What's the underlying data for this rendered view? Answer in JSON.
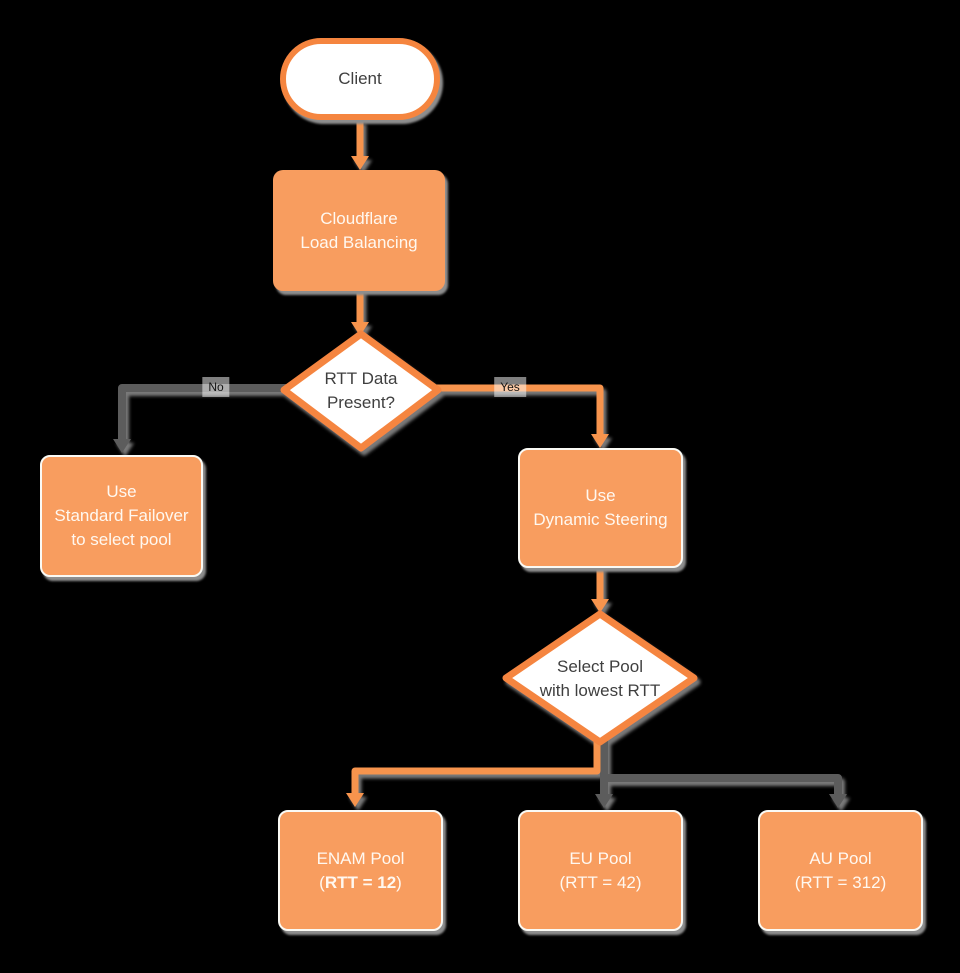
{
  "canvas": {
    "background": "#000000"
  },
  "palette": {
    "node_fill": "#F89D5F",
    "node_stroke": "#F5853F",
    "connector_orange": "#F7944E",
    "connector_gray": "#5C5C5C",
    "shadow": "#8E8E8E",
    "text_on_orange": "#FFF8F0",
    "text_dark": "#3F3F3F",
    "edge_label_bg": "#808080",
    "edge_label_text": "#141414"
  },
  "nodes": {
    "client": {
      "label": "Client"
    },
    "load_balancer": {
      "line1": "Cloudflare",
      "line2": "Load Balancing"
    },
    "rtt_decision": {
      "line1": "RTT Data",
      "line2": "Present?"
    },
    "standard_failover": {
      "line1": "Use",
      "line2": "Standard Failover",
      "line3": "to select pool"
    },
    "dynamic_steering": {
      "line1": "Use",
      "line2": "Dynamic Steering"
    },
    "select_pool": {
      "line1": "Select Pool",
      "line2": "with lowest RTT"
    },
    "pools": [
      {
        "name": "ENAM Pool",
        "paren_open": "(",
        "rtt": "RTT = 12",
        "paren_close": ")"
      },
      {
        "name": "EU Pool",
        "paren_open": "(",
        "rtt": "RTT = 42",
        "paren_close": ")"
      },
      {
        "name": "AU Pool",
        "paren_open": "(",
        "rtt": "RTT = 312",
        "paren_close": ")"
      }
    ]
  },
  "edges": {
    "no_label": "No",
    "yes_label": "Yes"
  }
}
